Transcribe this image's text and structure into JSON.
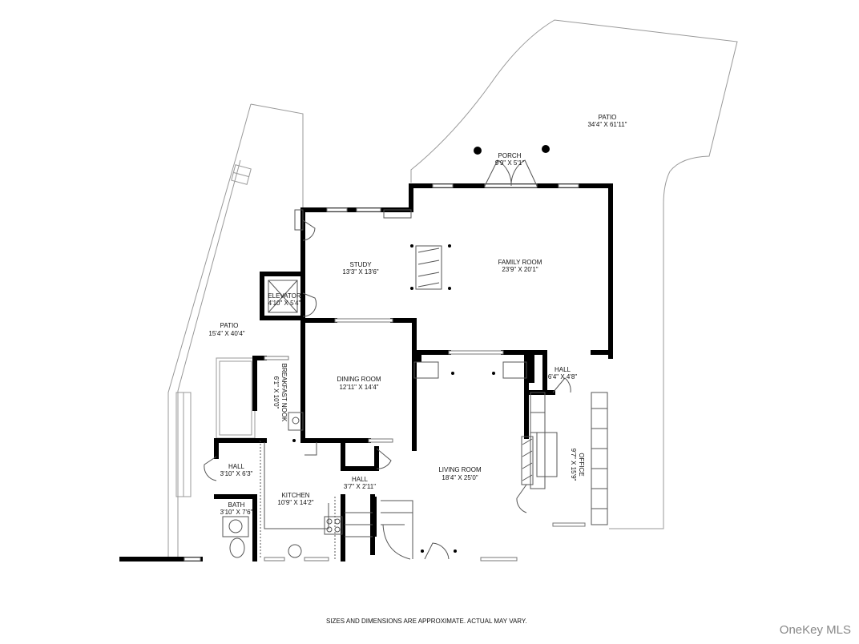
{
  "rooms": {
    "patio_right": {
      "name": "PATIO",
      "dims": "34'4\" X 61'11\""
    },
    "porch": {
      "name": "PORCH",
      "dims": "9'9\" X 5'1\""
    },
    "study": {
      "name": "STUDY",
      "dims": "13'3\" X 13'6\""
    },
    "family_room": {
      "name": "FAMILY ROOM",
      "dims": "23'9\" X 20'1\""
    },
    "elevator": {
      "name": "ELEVATOR",
      "dims": "4'10\" X 5'4\""
    },
    "patio_left": {
      "name": "PATIO",
      "dims": "15'4\" X 40'4\""
    },
    "breakfast_nook": {
      "name": "BREAKFAST NOOK",
      "dims": "6'1\" X 10'0\""
    },
    "dining_room": {
      "name": "DINING ROOM",
      "dims": "12'11\" X 14'4\""
    },
    "hall_right": {
      "name": "HALL",
      "dims": "6'4\" X 4'8\""
    },
    "office": {
      "name": "OFFICE",
      "dims": "9'7\" X 15'9\""
    },
    "living_room": {
      "name": "LIVING ROOM",
      "dims": "18'4\" X 25'0\""
    },
    "hall_left": {
      "name": "HALL",
      "dims": "3'10\" X 6'3\""
    },
    "kitchen": {
      "name": "KITCHEN",
      "dims": "10'9\" X 14'2\""
    },
    "hall_center": {
      "name": "HALL",
      "dims": "3'7\" X 2'11\""
    },
    "bath": {
      "name": "BATH",
      "dims": "3'10\" X 7'6\""
    }
  },
  "footer_note": "SIZES AND DIMENSIONS ARE APPROXIMATE. ACTUAL MAY VARY.",
  "watermark": "OneKey MLS"
}
